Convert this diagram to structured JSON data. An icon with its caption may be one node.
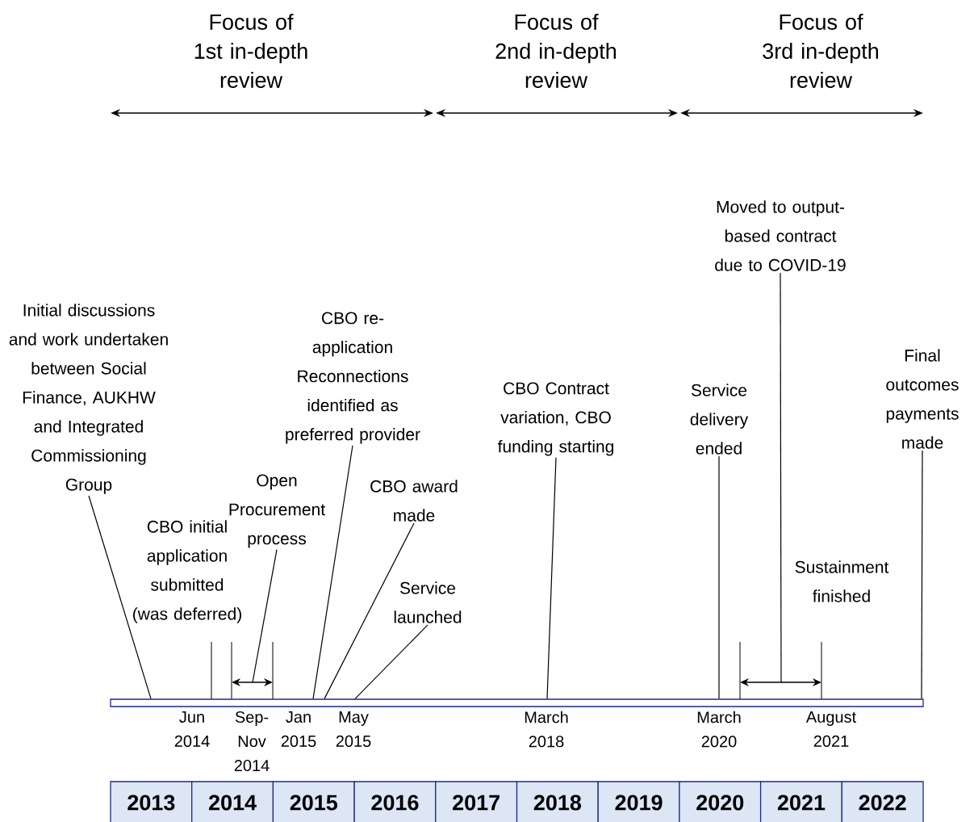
{
  "diagram": {
    "nodes": [
      {
        "text": [
          "Initial discussions and work undertaken between Social Finance, AUKHW and Integrated Commissioning Group"
        ]
      },
      {
        "text": [
          "CBO re-application Reconnections identified as preferred provider"
        ]
      },
      {
        "text": [
          "Open Procurement process"
        ]
      },
      {
        "text": [
          "CBO award made"
        ]
      },
      {
        "text": [
          "Service launched"
        ]
      },
      {
        "text": [
          "CBO Contract variation, CBO funding starting"
        ]
      },
      {
        "text": [
          "Moved to output-based contract due to COVID-19"
        ]
      },
      {
        "text": [
          "Service delivery ended"
        ]
      },
      {
        "text": [
          "Final outcomes payments made"
        ]
      },
      {
        "text": [],
        "shape": "bar"
      }
    ],
    "edges": [
      {
        "from": 0,
        "to": 9,
        "arrow": "none"
      },
      {
        "from": 1,
        "to": 9,
        "arrow": "none"
      },
      {
        "from": 2,
        "to": null,
        "arrow": "none"
      },
      {
        "from": 3,
        "to": 9,
        "arrow": "none"
      },
      {
        "from": 4,
        "to": 9,
        "arrow": "none"
      },
      {
        "from": 5,
        "to": 9,
        "arrow": "none"
      },
      {
        "from": 6,
        "to": null,
        "arrow": "none"
      },
      {
        "from": 7,
        "to": 9,
        "arrow": "none"
      },
      {
        "from": 8,
        "to": 9,
        "arrow": "none"
      }
    ],
    "labels": [
      "Focus of 1st in-depth review",
      "Focus of 2nd in-depth review",
      "Focus of 3rd in-depth review",
      "CBO initial application submitted (was deferred)",
      "Sustainment finished",
      "Jun 2014",
      "Sep-Nov 2014",
      "Jan 2015",
      "May 2015",
      "March 2018",
      "March 2020",
      "August 2021",
      "2013",
      "2014",
      "2015",
      "2016",
      "2017",
      "2018",
      "2019",
      "2020",
      "2021",
      "2022"
    ]
  }
}
